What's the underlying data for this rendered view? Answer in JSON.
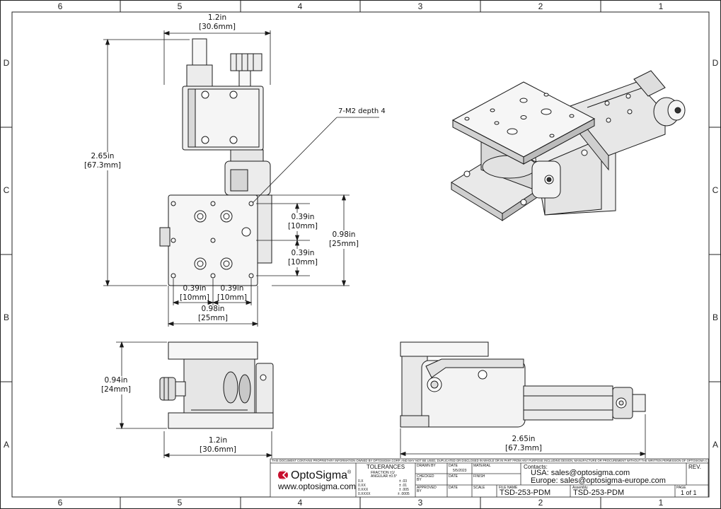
{
  "zones": {
    "columns": [
      "6",
      "5",
      "4",
      "3",
      "2",
      "1"
    ],
    "rows": [
      "D",
      "C",
      "B",
      "A"
    ]
  },
  "dimensions": {
    "top_width": {
      "in": "1.2in",
      "mm": "[30.6mm]"
    },
    "left_height": {
      "in": "2.65in",
      "mm": "[67.3mm]"
    },
    "hole_callout": "7-M2 depth 4",
    "pitch_v1": {
      "in": "0.39in",
      "mm": "[10mm]"
    },
    "pitch_v2": {
      "in": "0.39in",
      "mm": "[10mm]"
    },
    "table_height": {
      "in": "0.98in",
      "mm": "[25mm]"
    },
    "pitch_h1": {
      "in": "0.39in",
      "mm": "[10mm]"
    },
    "pitch_h2": {
      "in": "0.39in",
      "mm": "[10mm]"
    },
    "table_width": {
      "in": "0.98in",
      "mm": "[25mm]"
    },
    "front_height": {
      "in": "0.94in",
      "mm": "[24mm]"
    },
    "front_width": {
      "in": "1.2in",
      "mm": "[30.6mm]"
    },
    "side_length": {
      "in": "2.65in",
      "mm": "[67.3mm]"
    }
  },
  "title_block": {
    "notice": "THIS DOCUMENT CONTAINS PROPRIETARY INFORMATION OWNED BY OPTOSIGMA CORP. AND MAY NOT BE USED, DUPLICATED OR DISCLOSED IN WHOLE OR IN PART FROM ANY PURPOSE INCLUDING DESIGN, MANUFACTURE OR PROCUREMENT WITHOUT THE WRITTEN PERMISSION OF OPTOSIGMA CORP.",
    "company": "OptoSigma",
    "registered": "®",
    "website": "www.optosigma.com",
    "tolerances_title": "TOLERANCES",
    "fraction": "FRACTION ±1/",
    "angular": "ANGULAR ±0.5°",
    "tol_rows": [
      {
        "k": "0.X",
        "v": "± .03"
      },
      {
        "k": "0.XX",
        "v": "± .01"
      },
      {
        "k": "0.XXX",
        "v": "± .005"
      },
      {
        "k": "0.XXXX",
        "v": "± .0005"
      }
    ],
    "drawn_by": "DRAWN BY",
    "checked_by": "CHECKED BY",
    "approved_by": "APPROVED BY",
    "date_label": "DATE",
    "date_value": "5/5/2023",
    "material_label": "MATERIAL",
    "finish_label": "FINISH",
    "scale_label": "SCALE",
    "contacts_label": "Contacts:",
    "usa": "USA: sales@optosigma.com",
    "europe": "Europe: sales@optosigma-europe.com",
    "rev_label": "REV.",
    "file_name_label": "FILE NAME",
    "file_name": "TSD-253-PDM",
    "assembly_label": "Assembly",
    "assembly": "TSD-253-PDM",
    "page_label": "PAGE",
    "page": "1 of 1"
  },
  "colors": {
    "line": "#1a1a1a",
    "part_fill": "#f4f4f4",
    "part_dark": "#9a9a9a",
    "logo_red": "#c8102e"
  }
}
